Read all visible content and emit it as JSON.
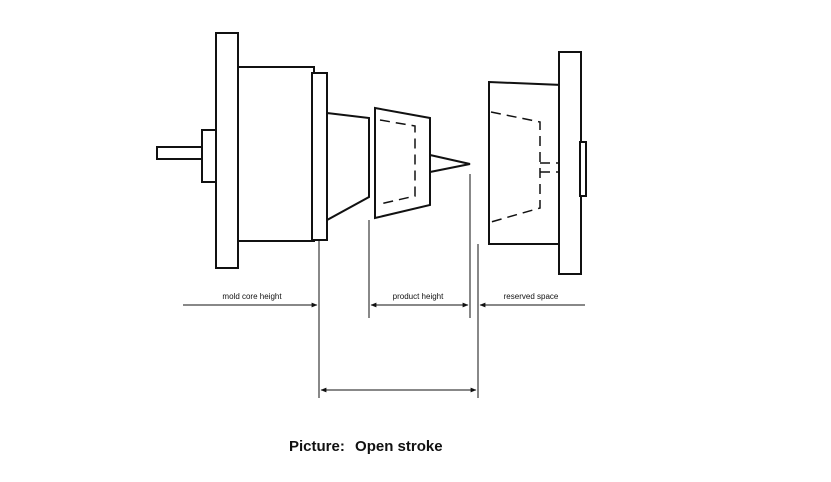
{
  "labels": {
    "mold_core_height": "mold core height",
    "product_height": "product height",
    "reserved_space": "reserved space"
  },
  "caption": {
    "prefix": "Picture:",
    "title": "Open stroke"
  }
}
